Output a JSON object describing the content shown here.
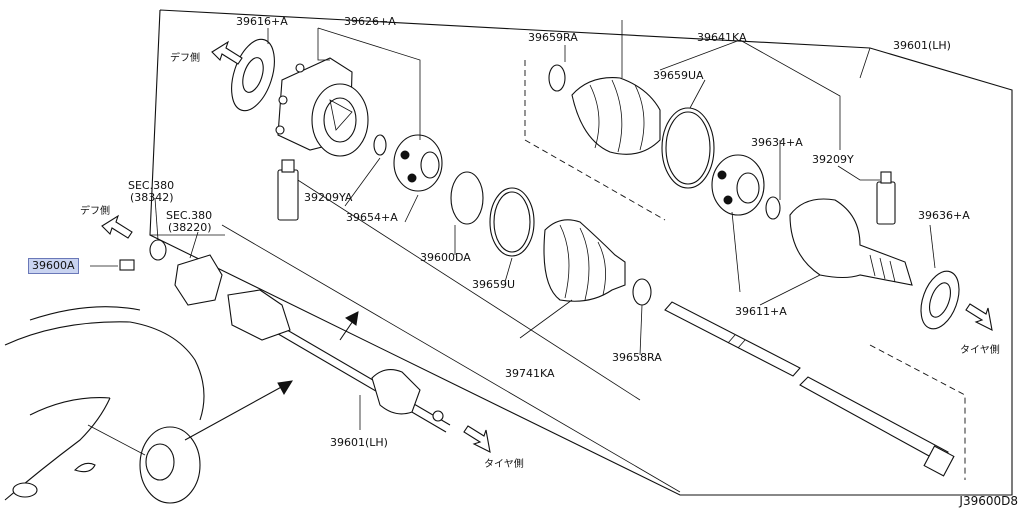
{
  "labels": {
    "p39616A": "39616+A",
    "p39626A": "39626+A",
    "p39659RA": "39659RA",
    "p39641KA": "39641KA",
    "p39601LH_top": "39601(LH)",
    "p39659UA": "39659UA",
    "p39634A": "39634+A",
    "p39209Y": "39209Y",
    "p39209YA": "39209YA",
    "p39654A": "39654+A",
    "p39636A": "39636+A",
    "p39600DA": "39600DA",
    "p39659U": "39659U",
    "p39611A": "39611+A",
    "p39741KA": "39741KA",
    "p39658RA": "39658RA",
    "p39601LH_bottom": "39601(LH)",
    "p39600A": "39600A",
    "sec380a_line1": "SEC.380",
    "sec380a_line2": "(38342)",
    "sec380b_line1": "SEC.380",
    "sec380b_line2": "(38220)"
  },
  "sides": {
    "diff_top": "デフ側",
    "diff_left": "デフ側",
    "tire_right": "タイヤ側",
    "tire_bottom": "タイヤ側"
  },
  "diagram_code": "J39600D8",
  "colors": {
    "highlight_fill": "#c9d3f0",
    "highlight_border": "#6a78b8",
    "line": "#111111"
  }
}
